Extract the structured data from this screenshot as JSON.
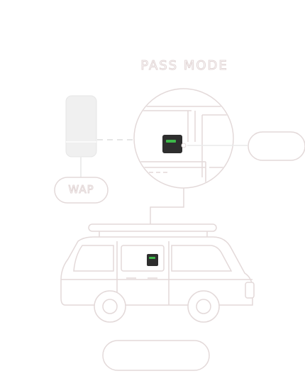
{
  "title": "PASS MODE",
  "wap_label": "WAP",
  "colors": {
    "outline": "#e3d9d9",
    "device_fill": "#f0f0f0",
    "tag_body": "#2e2e2e",
    "tag_led": "#3db84a"
  },
  "icons": [
    "access-point-icon",
    "map-circle",
    "tracker-tag-icon",
    "van-icon"
  ]
}
